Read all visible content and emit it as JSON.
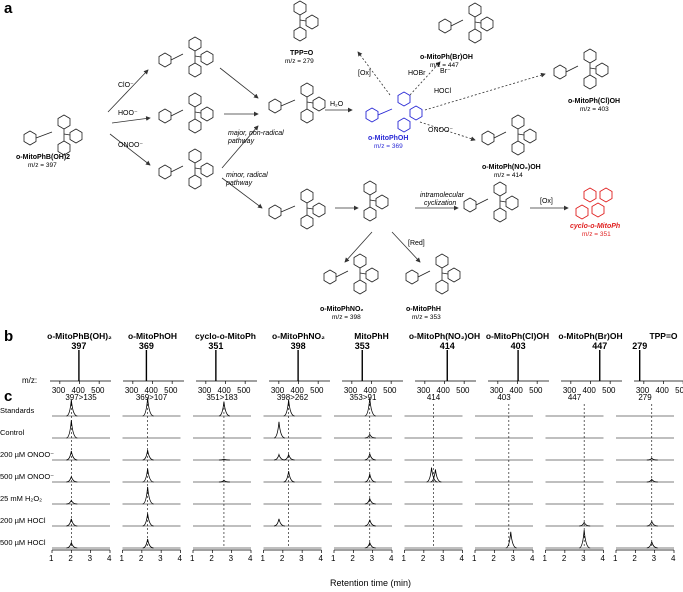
{
  "panels": {
    "a": "a",
    "b": "b",
    "c": "c"
  },
  "scheme": {
    "start_name": "o-MitoPhB(OH)2",
    "start_mz": "m/z = 397",
    "reagent_clo": "ClO⁻",
    "reagent_hoo": "HOO⁻",
    "reagent_onoo": "ONOO⁻",
    "h2o": "H₂O",
    "major_path": "major, non-radical pathway",
    "minor_path": "minor, radical pathway",
    "product_name": "o-MitoPhOH",
    "product_mz": "m/z = 369",
    "tppo_name": "TPP=O",
    "tppo_mz": "m/z = 279",
    "ox": "[Ox]",
    "hobr": "HOBr",
    "br": "Br⁻",
    "hocl": "HOCl",
    "onoo2": "ONOO⁻",
    "brohname": "o-MitoPh(Br)OH",
    "broh_mz": "m/z = 447",
    "cloh_name": "o-MitoPh(Cl)OH",
    "cloh_mz": "m/z = 403",
    "no2oh_name": "o-MitoPh(NO₂)OH",
    "no2oh_mz": "m/z = 414",
    "intramolecular": "intramolecular",
    "cyclization": "cyclization",
    "ox2": "[Ox]",
    "red": "[Red]",
    "cyclo_name": "cyclo-o-MitoPh",
    "cyclo_mz": "m/z = 351",
    "no2_name": "o-MitoPhNO₂",
    "no2_mz": "m/z = 398",
    "h_name": "o-MitoPhH",
    "h_mz": "m/z = 353"
  },
  "ms": {
    "mz_label": "m/z:",
    "compounds": [
      {
        "name": "o-MitoPhB(OH)₂",
        "peak": "397"
      },
      {
        "name": "o-MitoPhOH",
        "peak": "369"
      },
      {
        "name": "cyclo-o-MitoPh",
        "peak": "351"
      },
      {
        "name": "o-MitoPhNO₂",
        "peak": "398"
      },
      {
        "name": "MitoPhH",
        "peak": "353"
      },
      {
        "name": "o-MitoPh(NO₂)OH",
        "peak": "414"
      },
      {
        "name": "o-MitoPh(Cl)OH",
        "peak": "403"
      },
      {
        "name": "o-MitoPh(Br)OH",
        "peak": "447"
      },
      {
        "name": "TPP=O",
        "peak": "279"
      }
    ],
    "ticks": [
      "300",
      "400",
      "500"
    ]
  },
  "lc": {
    "transitions": [
      "397>135",
      "369>107",
      "351>183",
      "398>262",
      "353>91",
      "414",
      "403",
      "447",
      "279"
    ],
    "rows": [
      "Standards",
      "Control",
      "200 µM ONOO⁻",
      "500 µM ONOO⁻",
      "25 mM H₂O₂",
      "200 µM HOCl",
      "500 µM HOCl"
    ],
    "ticks": [
      "1",
      "2",
      "3",
      "4"
    ],
    "xlabel": "Retention time (min)"
  },
  "chart_data": [
    {
      "type": "bar",
      "title": "MS spectra (m/z)",
      "xlabel": "m/z",
      "xlim": [
        250,
        550
      ],
      "series": [
        {
          "name": "o-MitoPhB(OH)2",
          "values": [
            [
              397,
              100
            ]
          ]
        },
        {
          "name": "o-MitoPhOH",
          "values": [
            [
              369,
              100
            ]
          ]
        },
        {
          "name": "cyclo-o-MitoPh",
          "values": [
            [
              351,
              100
            ]
          ]
        },
        {
          "name": "o-MitoPhNO2",
          "values": [
            [
              398,
              100
            ]
          ]
        },
        {
          "name": "MitoPhH",
          "values": [
            [
              353,
              100
            ]
          ]
        },
        {
          "name": "o-MitoPh(NO2)OH",
          "values": [
            [
              414,
              100
            ]
          ]
        },
        {
          "name": "o-MitoPh(Cl)OH",
          "values": [
            [
              403,
              100
            ]
          ]
        },
        {
          "name": "o-MitoPh(Br)OH",
          "values": [
            [
              447,
              100
            ]
          ]
        },
        {
          "name": "TPP=O",
          "values": [
            [
              279,
              100
            ]
          ]
        }
      ]
    },
    {
      "type": "line",
      "xlabel": "Retention time (min)",
      "xlim": [
        1,
        4
      ],
      "transitions": [
        "397>135",
        "369>107",
        "351>183",
        "398>262",
        "353>91",
        "414",
        "403",
        "447",
        "279"
      ],
      "reference_rt": [
        2.0,
        2.3,
        2.6,
        2.3,
        2.85,
        2.5,
        2.75,
        3.0,
        2.85
      ],
      "peaks": {
        "397>135": {
          "Standards": [
            [
              2.0,
              0.9
            ]
          ],
          "Control": [
            [
              2.0,
              1.0
            ]
          ],
          "200 µM ONOO⁻": [
            [
              2.0,
              0.5
            ]
          ],
          "500 µM ONOO⁻": [
            [
              2.0,
              0.3
            ]
          ],
          "25 mM H₂O₂": [
            [
              2.0,
              0.2
            ]
          ],
          "200 µM HOCl": [
            [
              2.0,
              0.4
            ]
          ],
          "500 µM HOCl": [
            [
              2.0,
              0.3
            ]
          ]
        },
        "369>107": {
          "Standards": [
            [
              2.3,
              1.0
            ]
          ],
          "Control": [
            [
              2.3,
              0.0
            ]
          ],
          "200 µM ONOO⁻": [
            [
              2.3,
              0.55
            ]
          ],
          "500 µM ONOO⁻": [
            [
              2.3,
              0.75
            ]
          ],
          "25 mM H₂O₂": [
            [
              2.3,
              0.95
            ]
          ],
          "200 µM HOCl": [
            [
              2.3,
              0.7
            ]
          ],
          "500 µM HOCl": [
            [
              2.3,
              0.5
            ]
          ]
        },
        "351>183": {
          "Standards": [
            [
              2.6,
              0.8
            ]
          ],
          "Control": [
            [
              2.6,
              0.0
            ]
          ],
          "200 µM ONOO⁻": [
            [
              2.6,
              0.05
            ]
          ],
          "500 µM ONOO⁻": [
            [
              2.6,
              0.1
            ]
          ],
          "25 mM H₂O₂": [
            [
              2.6,
              0.0
            ]
          ],
          "200 µM HOCl": [
            [
              2.6,
              0.0
            ]
          ],
          "500 µM HOCl": [
            [
              2.6,
              0.0
            ]
          ]
        },
        "398>262": {
          "Standards": [
            [
              2.3,
              0.9
            ]
          ],
          "Control": [
            [
              1.8,
              0.9
            ]
          ],
          "200 µM ONOO⁻": [
            [
              1.8,
              0.3
            ],
            [
              2.3,
              0.3
            ]
          ],
          "500 µM ONOO⁻": [
            [
              2.3,
              0.6
            ]
          ],
          "25 mM H₂O₂": [
            [
              1.8,
              0.0
            ]
          ],
          "200 µM HOCl": [
            [
              1.8,
              0.4
            ]
          ],
          "500 µM HOCl": [
            [
              1.8,
              0.0
            ]
          ]
        },
        "353>91": {
          "Standards": [
            [
              2.85,
              1.0
            ]
          ],
          "Control": [
            [
              2.85,
              0.2
            ]
          ],
          "200 µM ONOO⁻": [
            [
              2.85,
              0.35
            ]
          ],
          "500 µM ONOO⁻": [
            [
              2.85,
              0.45
            ]
          ],
          "25 mM H₂O₂": [
            [
              2.85,
              0.3
            ]
          ],
          "200 µM HOCl": [
            [
              2.85,
              0.35
            ]
          ],
          "500 µM HOCl": [
            [
              2.85,
              0.3
            ]
          ]
        },
        "414": {
          "Standards": [],
          "Control": [],
          "200 µM ONOO⁻": [],
          "500 µM ONOO⁻": [
            [
              2.4,
              0.8
            ],
            [
              2.6,
              0.7
            ]
          ],
          "25 mM H₂O₂": [],
          "200 µM HOCl": [],
          "500 µM HOCl": []
        },
        "403": {
          "Standards": [],
          "Control": [],
          "200 µM ONOO⁻": [],
          "500 µM ONOO⁻": [],
          "25 mM H₂O₂": [],
          "200 µM HOCl": [],
          "500 µM HOCl": [
            [
              2.85,
              0.9
            ]
          ]
        },
        "447": {
          "Standards": [],
          "Control": [],
          "200 µM ONOO⁻": [],
          "500 µM ONOO⁻": [],
          "25 mM H₂O₂": [],
          "200 µM HOCl": [
            [
              3.0,
              0.2
            ]
          ],
          "500 µM HOCl": [
            [
              3.0,
              1.0
            ]
          ]
        },
        "279": {
          "Standards": [],
          "Control": [],
          "200 µM ONOO⁻": [
            [
              2.85,
              0.1
            ]
          ],
          "500 µM ONOO⁻": [
            [
              2.85,
              0.15
            ]
          ],
          "25 mM H₂O₂": [],
          "200 µM HOCl": [
            [
              2.85,
              0.25
            ]
          ],
          "500 µM HOCl": [
            [
              2.85,
              0.35
            ]
          ]
        }
      }
    }
  ]
}
